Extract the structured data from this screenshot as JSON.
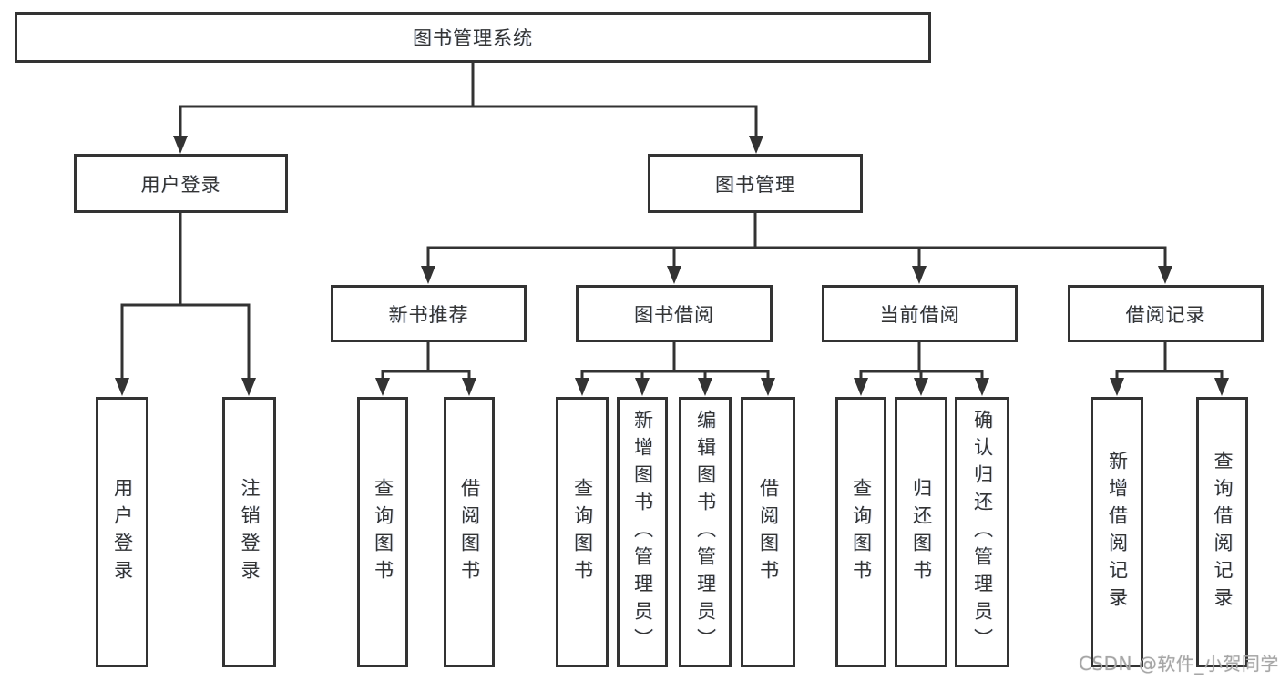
{
  "diagram": {
    "title": "图书管理系统",
    "root": {
      "label": "图书管理系统"
    },
    "level1": [
      {
        "label": "用户登录"
      },
      {
        "label": "图书管理"
      }
    ],
    "level2": [
      {
        "label": "新书推荐",
        "parent": "图书管理"
      },
      {
        "label": "图书借阅",
        "parent": "图书管理"
      },
      {
        "label": "当前借阅",
        "parent": "图书管理"
      },
      {
        "label": "借阅记录",
        "parent": "图书管理"
      }
    ],
    "leaves": [
      {
        "label": "用户登录",
        "parent": "用户登录"
      },
      {
        "label": "注销登录",
        "parent": "用户登录"
      },
      {
        "label": "查询图书",
        "parent": "新书推荐"
      },
      {
        "label": "借阅图书",
        "parent": "新书推荐"
      },
      {
        "label": "查询图书",
        "parent": "图书借阅"
      },
      {
        "label": "新增图书（管理员）",
        "parent": "图书借阅"
      },
      {
        "label": "编辑图书（管理员）",
        "parent": "图书借阅"
      },
      {
        "label": "借阅图书",
        "parent": "图书借阅"
      },
      {
        "label": "查询图书",
        "parent": "当前借阅"
      },
      {
        "label": "归还图书",
        "parent": "当前借阅"
      },
      {
        "label": "确认归还（管理员）",
        "parent": "当前借阅"
      },
      {
        "label": "新增借阅记录",
        "parent": "借阅记录"
      },
      {
        "label": "查询借阅记录",
        "parent": "借阅记录"
      }
    ],
    "watermark": "CSDN @软件_小贺同学",
    "colors": {
      "line": "#333333",
      "text": "#333333",
      "background": "#ffffff",
      "watermark": "#a6a6a6"
    }
  }
}
